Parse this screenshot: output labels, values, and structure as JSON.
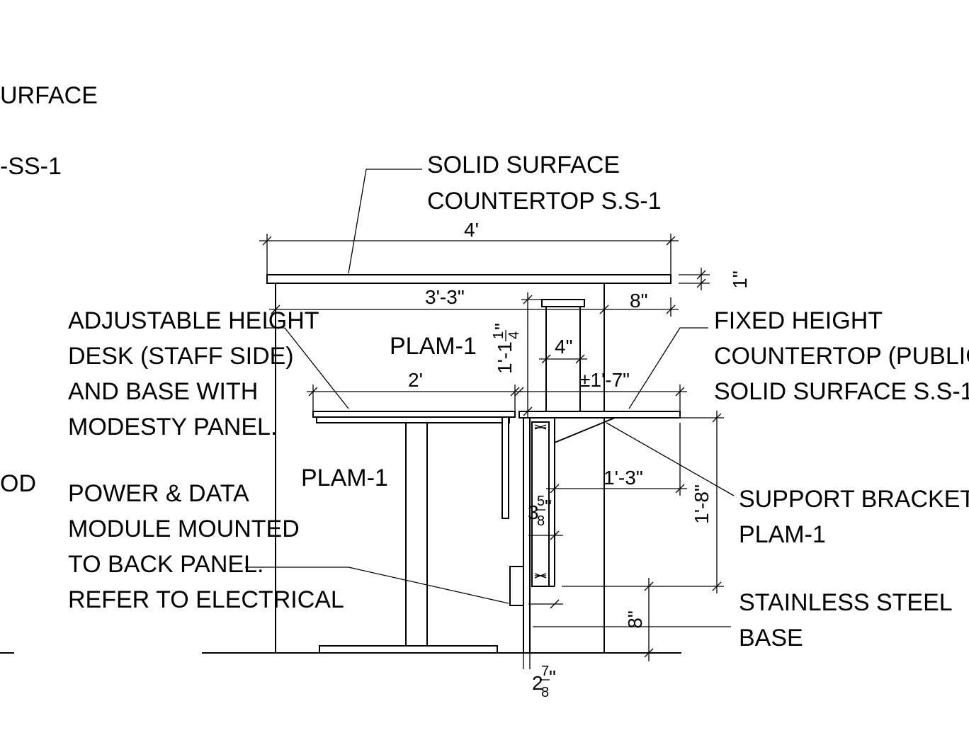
{
  "labels": {
    "left_edge_1": "URFACE",
    "left_edge_2": "-SS-1",
    "left_edge_3": "OD",
    "countertop_line1": "SOLID SURFACE",
    "countertop_line2": "COUNTERTOP S.S-1",
    "desk_line1": "ADJUSTABLE HEIGHT",
    "desk_line2": "DESK (STAFF SIDE)",
    "desk_line3": "AND BASE WITH",
    "desk_line4": "MODESTY PANEL.",
    "power_line1": "POWER & DATA",
    "power_line2": "MODULE MOUNTED",
    "power_line3": "TO BACK PANEL.",
    "power_line4": "REFER TO ELECTRICAL",
    "fixed_line1": "FIXED HEIGHT",
    "fixed_line2": "COUNTERTOP (PUBLIC SIDE)",
    "fixed_line3": "SOLID SURFACE S.S-1",
    "bracket_line1": "SUPPORT BRACKET",
    "bracket_line2": "PLAM-1",
    "steel_line1": "STAINLESS STEEL",
    "steel_line2": "BASE",
    "plam_upper": "PLAM-1",
    "plam_lower": "PLAM-1"
  },
  "dimensions": {
    "overall_width": "4'",
    "top_thickness": "1\"",
    "inner_width": "3'-3\"",
    "right_overhang": "8\"",
    "desk_width": "2'",
    "post_width": "4\"",
    "adjust_height": "±1'-7\"",
    "post_height_whole": "1'-1",
    "post_height_frac_num": "1",
    "post_height_frac_den": "4",
    "post_height_unit": "\"",
    "bracket_depth": "1'-3\"",
    "bracket_height": "1'-8\"",
    "panel_depth_whole": "3",
    "panel_depth_num": "5",
    "panel_depth_den": "8",
    "panel_depth_unit": "\"",
    "base_height": "8\"",
    "base_width_whole": "2",
    "base_width_num": "7",
    "base_width_den": "8",
    "base_width_unit": "\""
  }
}
